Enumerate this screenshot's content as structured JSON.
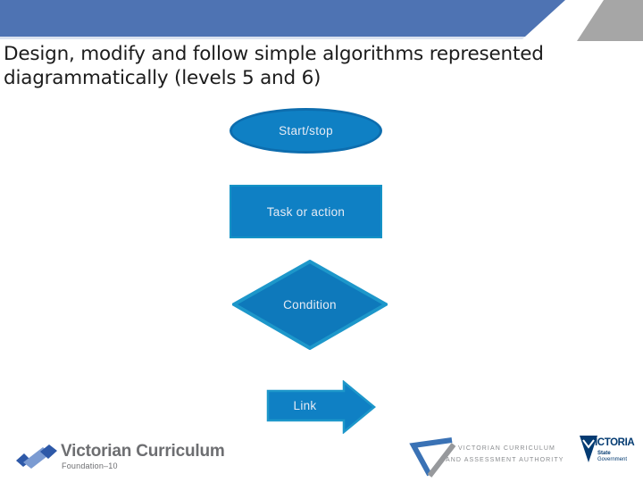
{
  "slide": {
    "title": "Design, modify and follow simple algorithms represented diagrammatically (levels 5 and 6)"
  },
  "flowchart": {
    "shapes": [
      {
        "type": "ellipse",
        "label": "Start/stop"
      },
      {
        "type": "rectangle",
        "label": "Task or action"
      },
      {
        "type": "diamond",
        "label": "Condition"
      },
      {
        "type": "arrow",
        "label": "Link"
      }
    ]
  },
  "footer": {
    "victorian_curriculum": {
      "name": "Victorian Curriculum",
      "subtitle": "Foundation–10"
    },
    "vcaa": {
      "line1": "VICTORIAN CURRICULUM",
      "line2": "AND ASSESSMENT AUTHORITY"
    },
    "victoria": {
      "wordmark_rest": "ICTORIA",
      "sub_line1": "State",
      "sub_line2": "Government"
    }
  },
  "colors": {
    "header_blue": "#4e73b3",
    "header_gray": "#a6a6a6",
    "header_underline": "#dbe3f0",
    "shape_fill": "#0f80c4",
    "shape_border_light": "#1d97ca",
    "shape_border_dark": "#0d6dae",
    "shape_text": "#e6ebf5",
    "title_text": "#1c1c1c",
    "logo_gray": "#6d6e71",
    "vcaa_text_gray": "#8a8c8f",
    "victoria_navy": "#043b72",
    "logo_blue_dark": "#2e59a8",
    "logo_blue_light": "#7b9bd2"
  }
}
